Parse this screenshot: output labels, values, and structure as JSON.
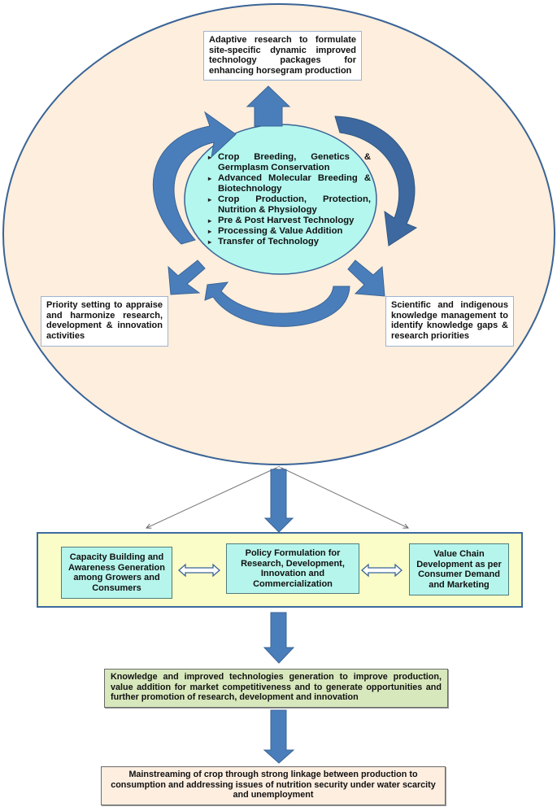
{
  "colors": {
    "outer_ellipse_fill": "#fdeedd",
    "outer_ellipse_stroke": "#3a6496",
    "inner_ellipse_fill": "#b3f7ee",
    "arrow_blue": "#4a7ebb",
    "arrow_blue_dark": "#3a6496",
    "yellow_panel": "#fbfdc8",
    "teal_box": "#b6f5ec",
    "green_box": "#d8e8bd",
    "peach_box": "#fdeee0"
  },
  "cycle": {
    "top_box": "Adaptive research to formulate site-specific dynamic improved technology packages for enhancing horsegram production",
    "left_box": "Priority setting to appraise and harmonize research, development & innovation activities",
    "right_box": "Scientific and indigenous knowledge management to identify knowledge gaps & research priorities",
    "center_items": [
      "Crop Breeding, Genetics & Germplasm Conservation",
      "Advanced Molecular Breeding & Biotechnology",
      "Crop Production, Protection, Nutrition & Physiology",
      "Pre & Post Harvest Technology",
      "Processing & Value Addition",
      "Transfer of Technology"
    ],
    "bullet_icon": "▸"
  },
  "outcomes": {
    "capacity_box": "Capacity Building and Awareness Generation among Growers and Consumers",
    "policy_box": "Policy Formulation for Research, Development, Innovation and Commercialization",
    "value_box": "Value Chain Development as per Consumer Demand and Marketing"
  },
  "knowledge_box": "Knowledge and improved technologies generation to improve production, value addition for market competitiveness and to generate opportunities and further promotion of research, development and innovation",
  "mainstream_box": "Mainstreaming of crop through strong linkage between production to consumption and addressing issues of nutrition security under water scarcity and unemployment"
}
